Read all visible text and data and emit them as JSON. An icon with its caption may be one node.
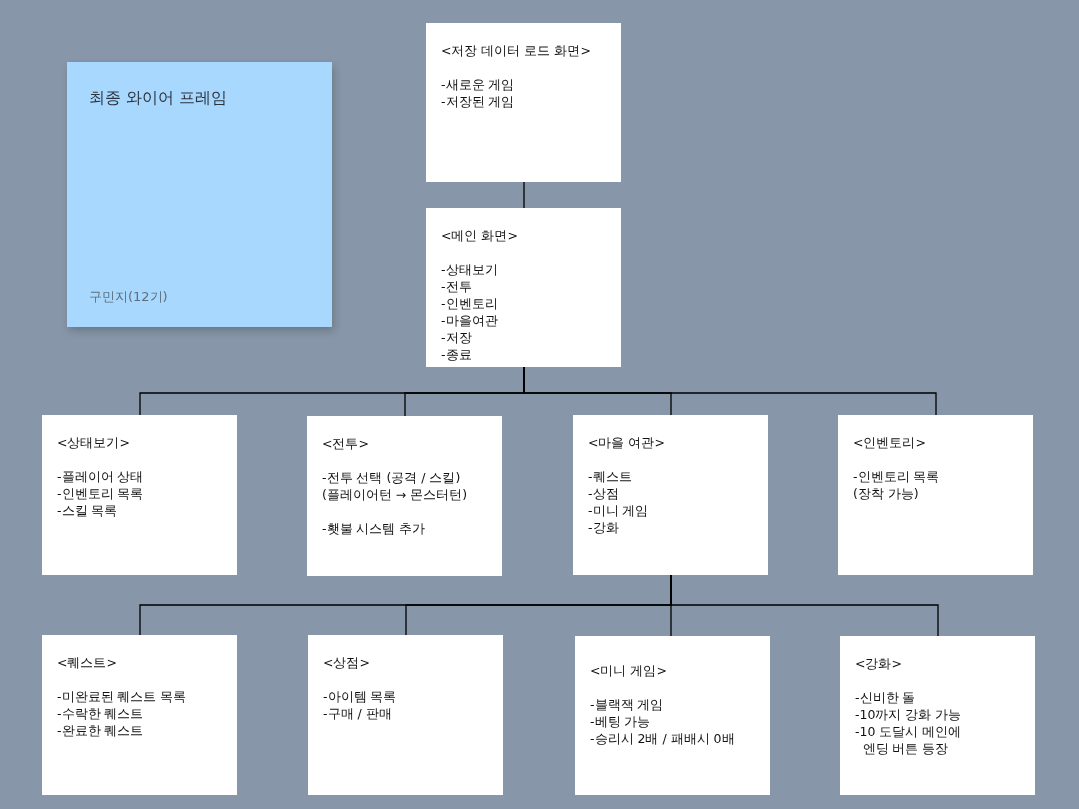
{
  "diagram": {
    "nodes": [
      {
        "text": [
          "최종 와이어 프레임",
          "구민지(12기)"
        ]
      },
      {
        "text": [
          "<저장 데이터 로드 화면>",
          "-새로운 게임",
          "-저장된 게임"
        ]
      },
      {
        "text": [
          "<메인 화면>",
          "-상태보기",
          "-전투",
          "-인벤토리",
          "-마을여관",
          "-저장",
          "-종료"
        ]
      },
      {
        "text": [
          "<상태보기>",
          "-플레이어 상태",
          "-인벤토리 목록",
          "-스킬 목록"
        ]
      },
      {
        "text": [
          "<전투>",
          "-전투 선택 (공격 / 스킬)",
          "(플레이어턴 → 몬스터턴)",
          "-횃불 시스템 추가"
        ]
      },
      {
        "text": [
          "<마을 여관>",
          "-퀘스트",
          "-상점",
          "-미니 게임",
          "-강화"
        ]
      },
      {
        "text": [
          "<인벤토리>",
          "-인벤토리 목록",
          "(장착 가능)"
        ]
      },
      {
        "text": [
          "<퀘스트>",
          "-미완료된 퀘스트 목록",
          "-수락한 퀘스트",
          "-완료한 퀘스트"
        ]
      },
      {
        "text": [
          "<상점>",
          "-아이템 목록",
          "-구매 / 판매"
        ]
      },
      {
        "text": [
          "<미니 게임>",
          "-블랙잭 게임",
          "-베팅 가능",
          "-승리시 2배 / 패배시 0배"
        ]
      },
      {
        "text": [
          "<강화>",
          "-신비한 돌",
          "-10까지 강화 가능",
          "-10 도달시 메인에 엔딩 버튼 등장"
        ]
      }
    ],
    "edges": [
      {
        "from": 1,
        "to": 2,
        "arrow": "none"
      },
      {
        "from": 2,
        "to": 3,
        "arrow": "none"
      },
      {
        "from": 2,
        "to": 4,
        "arrow": "none"
      },
      {
        "from": 2,
        "to": 5,
        "arrow": "none"
      },
      {
        "from": 2,
        "to": 6,
        "arrow": "none"
      },
      {
        "from": 5,
        "to": 7,
        "arrow": "none"
      },
      {
        "from": 5,
        "to": 8,
        "arrow": "none"
      },
      {
        "from": 5,
        "to": 9,
        "arrow": "none"
      },
      {
        "from": 5,
        "to": 10,
        "arrow": "none"
      }
    ]
  }
}
